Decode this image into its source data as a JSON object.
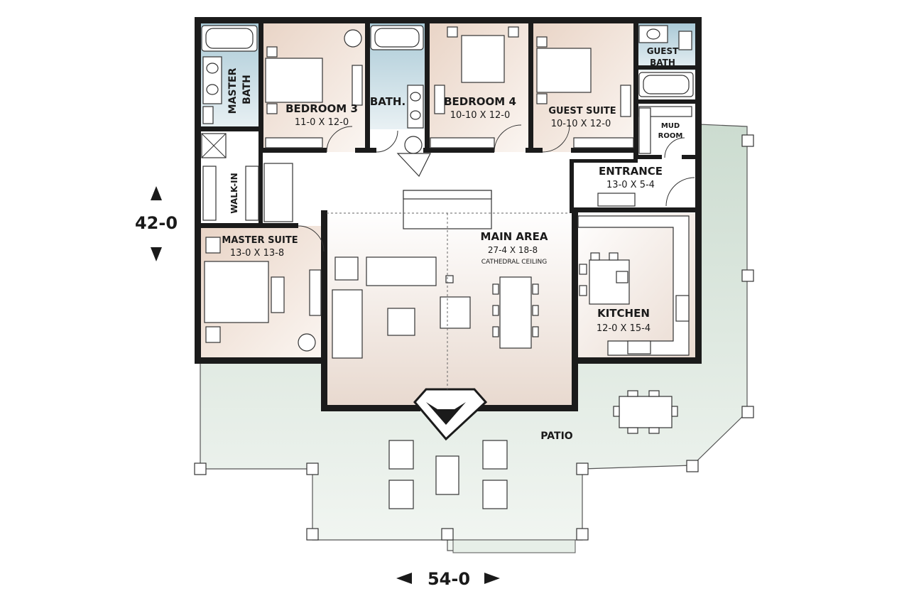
{
  "rooms": {
    "master_bath": {
      "line1": "MASTER",
      "line2": "BATH"
    },
    "bedroom3": {
      "name": "BEDROOM 3",
      "size": "11-0 X 12-0"
    },
    "bath": {
      "name": "BATH."
    },
    "bedroom4": {
      "name": "BEDROOM 4",
      "size": "10-10 X 12-0"
    },
    "guest_suite": {
      "name": "GUEST SUITE",
      "size": "10-10 X 12-0"
    },
    "guest_bath": {
      "line1": "GUEST",
      "line2": "BATH"
    },
    "mud_room": {
      "line1": "MUD",
      "line2": "ROOM"
    },
    "entrance": {
      "name": "ENTRANCE",
      "size": "13-0 X 5-4"
    },
    "walk_in": {
      "name": "WALK-IN"
    },
    "master_suite": {
      "name": "MASTER SUITE",
      "size": "13-0 X 13-8"
    },
    "main_area": {
      "name": "MAIN AREA",
      "size": "27-4 X 18-8",
      "note": "CATHEDRAL CEILING"
    },
    "kitchen": {
      "name": "KITCHEN",
      "size": "12-0 X 15-4"
    },
    "patio": {
      "name": "PATIO"
    }
  },
  "dimensions": {
    "depth": "42-0",
    "width": "54-0"
  },
  "colors": {
    "bedroom_fill": "#f1e4da",
    "bath_fill": "#bcd6df",
    "patio_fill": "#dde8de",
    "wall": "#1b1b1b"
  }
}
